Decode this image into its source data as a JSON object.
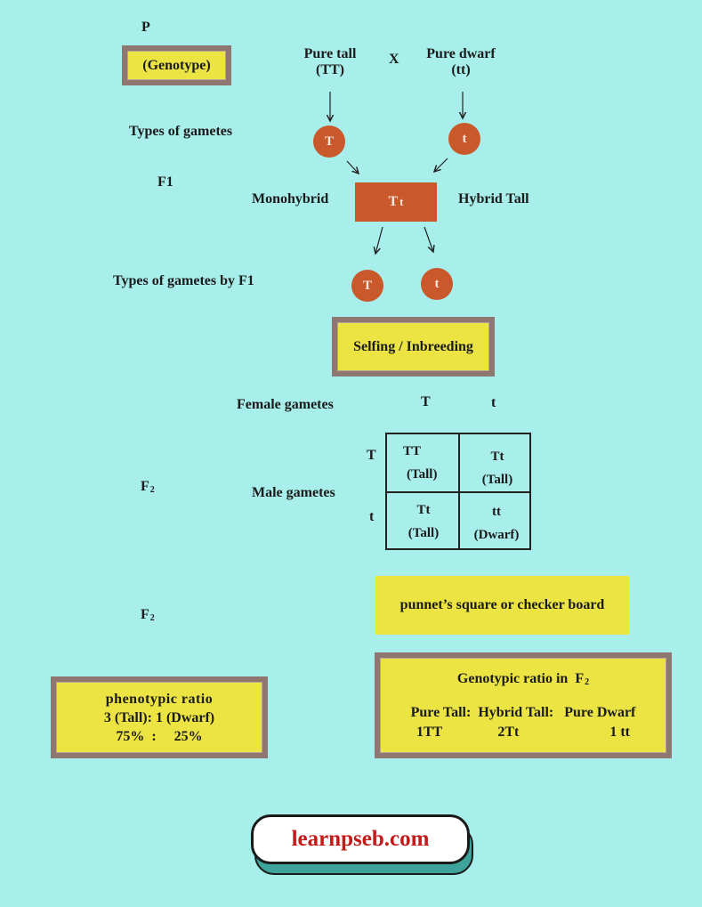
{
  "labels": {
    "p": "P",
    "genotype": "(Genotype)",
    "pure_tall": "Pure tall",
    "pure_tall_geno": "(TT)",
    "cross": "X",
    "pure_dwarf": "Pure dwarf",
    "pure_dwarf_geno": "(tt)",
    "types_of_gametes": "Types of gametes",
    "f1": "F1",
    "monohybrid": "Monohybrid",
    "f1_geno_big": "T",
    "f1_geno_small": "t",
    "hybrid_tall": "Hybrid Tall",
    "types_of_gametes_f1": "Types of gametes by F1",
    "selfing": "Selfing / Inbreeding",
    "female_gametes": "Female gametes",
    "male_gametes": "Male gametes",
    "f2_label": "F",
    "f2_sub": "2",
    "punnett_caption": "punnet’s square or checker board"
  },
  "gametes": {
    "parent_tall": "T",
    "parent_dwarf": "t",
    "f1_a": "T",
    "f1_b": "t"
  },
  "punnett": {
    "female": [
      "T",
      "t"
    ],
    "male": [
      "T",
      "t"
    ],
    "cells": [
      {
        "geno": "TT",
        "pheno": "(Tall)"
      },
      {
        "geno": "Tt",
        "pheno": "(Tall)"
      },
      {
        "geno": "Tt",
        "pheno": "(Tall)"
      },
      {
        "geno": "tt",
        "pheno": "(Dwarf)"
      }
    ]
  },
  "phenotypic": {
    "title": "phenotypic ratio",
    "line1": "3 (Tall): 1 (Dwarf)",
    "line2": "75%  :     25%"
  },
  "genotypic": {
    "title": "Genotypic ratio in  F",
    "title_sub": "2",
    "row1": "Pure Tall:  Hybrid Tall:   Pure Dwarf",
    "val1": "1TT",
    "val2": "2Tt",
    "val3": "1 tt"
  },
  "logo": "learnpseb.com",
  "colors": {
    "background": "#a8eeea",
    "yellow_box": "#ebe442",
    "orange": "#c9582a",
    "logo_red": "#c41a1a"
  }
}
